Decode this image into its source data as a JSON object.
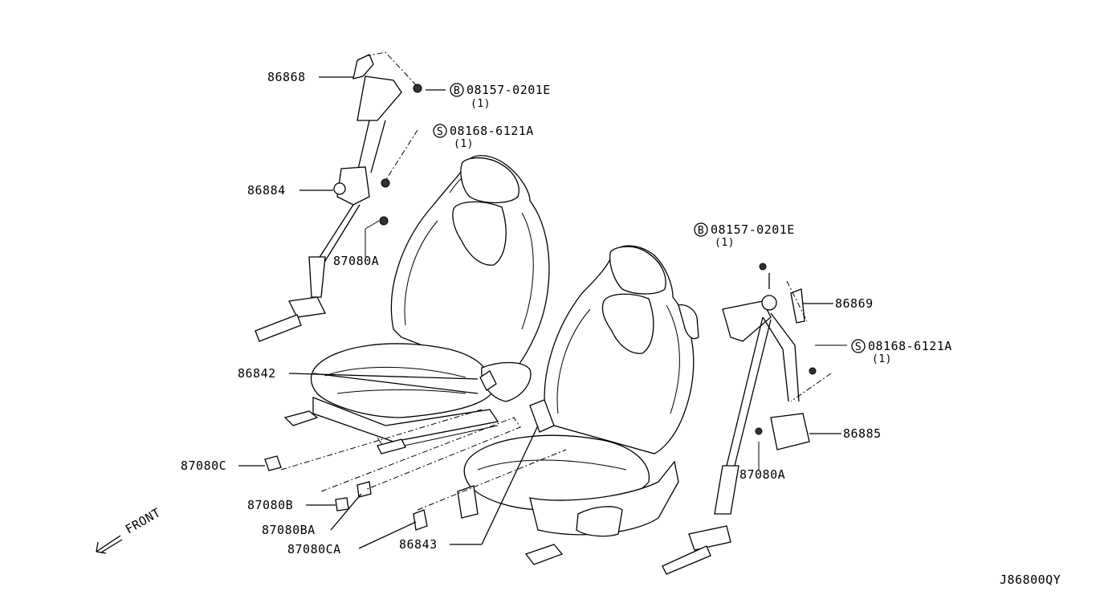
{
  "labels": {
    "p86868": "86868",
    "p08157_top": "08157-0201E",
    "p08157_top_qty": "(1)",
    "p08168_top": "08168-6121A",
    "p08168_top_qty": "(1)",
    "p86884": "86884",
    "p87080a_left": "87080A",
    "p86842": "86842",
    "p87080c": "87080C",
    "p87080b": "87080B",
    "p87080ba": "87080BA",
    "p87080ca": "87080CA",
    "p86843": "86843",
    "p08157_right": "08157-0201E",
    "p08157_right_qty": "(1)",
    "p86869": "86869",
    "p08168_right": "08168-6121A",
    "p08168_right_qty": "(1)",
    "p86885": "86885",
    "p87080a_right": "87080A",
    "front": "FRONT",
    "drawing_code": "J86800QY"
  },
  "symbols": {
    "bolt_b": "B",
    "screw_s": "S"
  },
  "icons": {
    "front_arrow": "front-arrow-icon"
  }
}
